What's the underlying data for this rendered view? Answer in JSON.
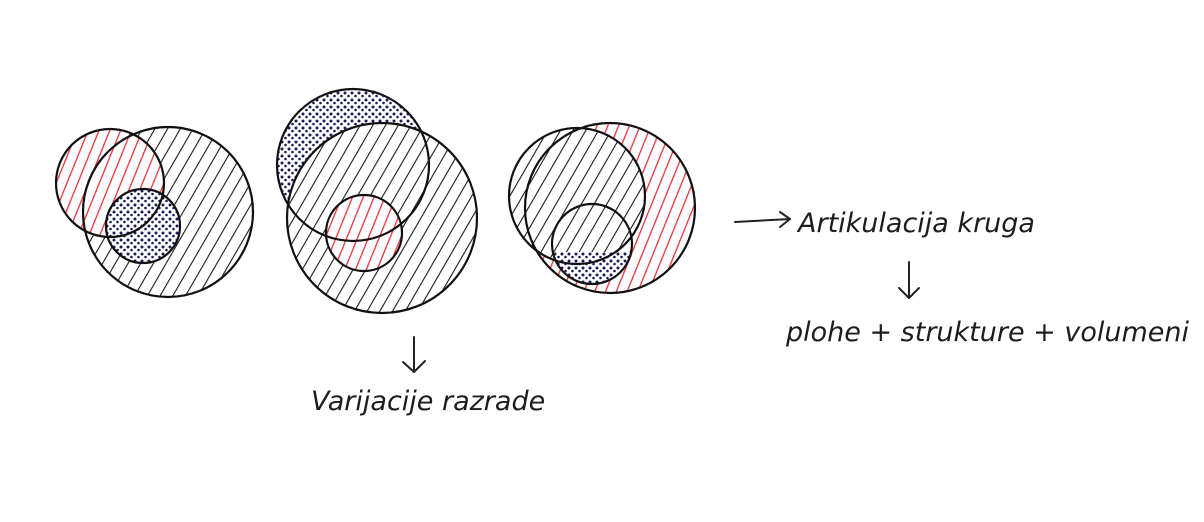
{
  "colors": {
    "red": "#e8323c",
    "black": "#1a1a1a",
    "navy": "#1b1a5c"
  },
  "annotations": {
    "articulation": "Artikulacija kruga",
    "elements": "plohe + strukture + volumeni",
    "variations": "Varijacije razrade"
  },
  "diagrams": [
    {
      "name": "composition-1",
      "fills": [
        "red-hatch",
        "black-hatch",
        "navy-dots"
      ]
    },
    {
      "name": "composition-2",
      "fills": [
        "navy-dots",
        "black-hatch",
        "red-hatch"
      ]
    },
    {
      "name": "composition-3",
      "fills": [
        "black-hatch",
        "red-hatch",
        "navy-dots"
      ]
    }
  ]
}
